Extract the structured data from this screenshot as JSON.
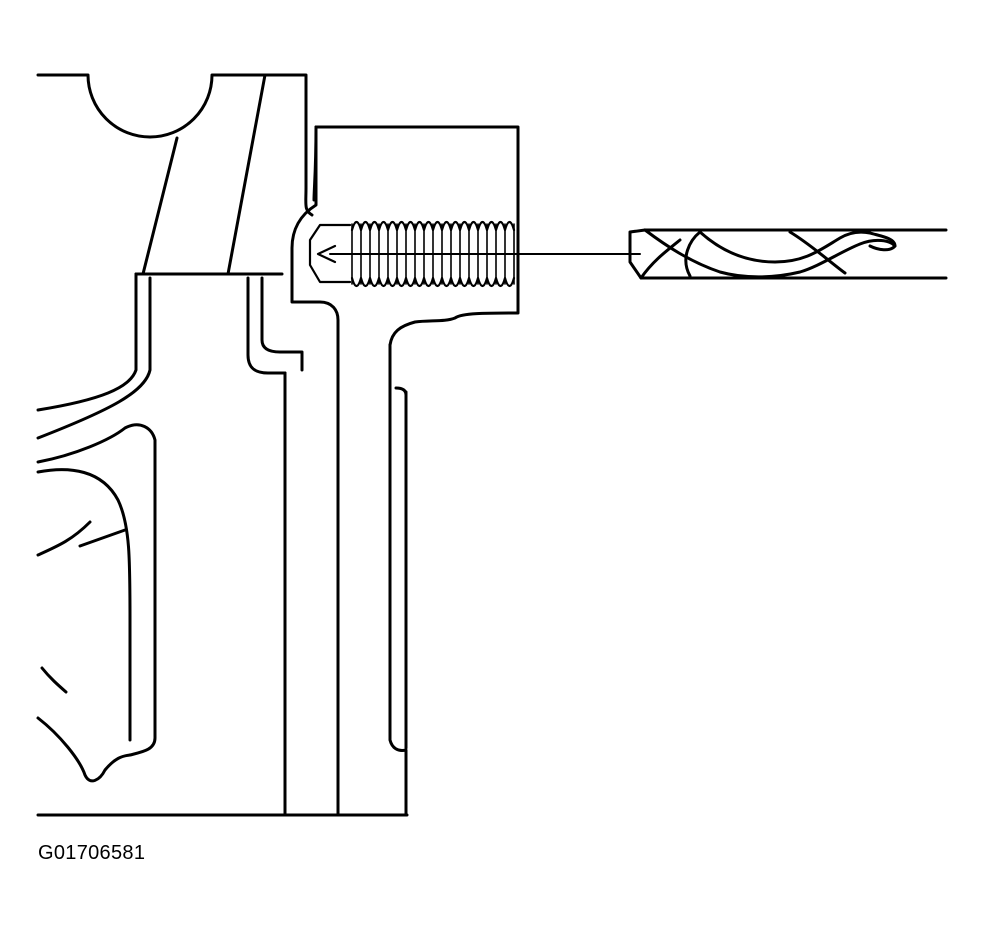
{
  "figure": {
    "code": "G01706581",
    "line_color": "#000000",
    "background": "#ffffff"
  },
  "parts": {
    "head": "cylinder-head",
    "boss": "threaded-boss",
    "bore": "threaded-hole",
    "tool": "drill-bit",
    "guide": "alignment-line"
  }
}
